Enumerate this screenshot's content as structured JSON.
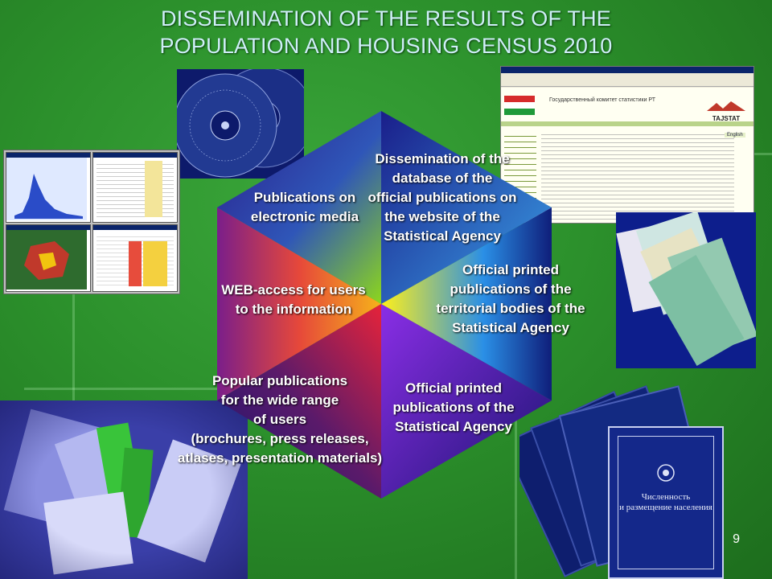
{
  "slide": {
    "title_line1": "DISSEMINATION OF THE RESULTS OF THE",
    "title_line2": "POPULATION AND HOUSING CENSUS 2010",
    "page_number": "9"
  },
  "hexagon": {
    "segments": [
      {
        "lines": [
          "Dissemination of the",
          "database of the",
          "official publications on",
          "the website of the",
          "Statistical Agency"
        ]
      },
      {
        "lines": [
          "Publications on",
          "electronic media"
        ]
      },
      {
        "lines": [
          "WEB-access for users",
          "to the information"
        ]
      },
      {
        "lines": [
          "Official printed",
          "publications of the",
          "territorial bodies of the",
          "Statistical Agency"
        ]
      },
      {
        "lines": [
          "Official printed",
          "publications of the",
          "Statistical Agency"
        ]
      },
      {
        "lines": [
          "Popular publications",
          "for the wide range",
          "of users",
          "(brochures, press releases,",
          "atlases, presentation materials)"
        ]
      }
    ]
  },
  "website_screenshot": {
    "agency_name": "Государственный комитет статистики РТ",
    "logo_text": "TAJSTAT",
    "lang": "English"
  },
  "books": {
    "cover_title_1": "Численность",
    "cover_title_2": "и размещение населения"
  }
}
